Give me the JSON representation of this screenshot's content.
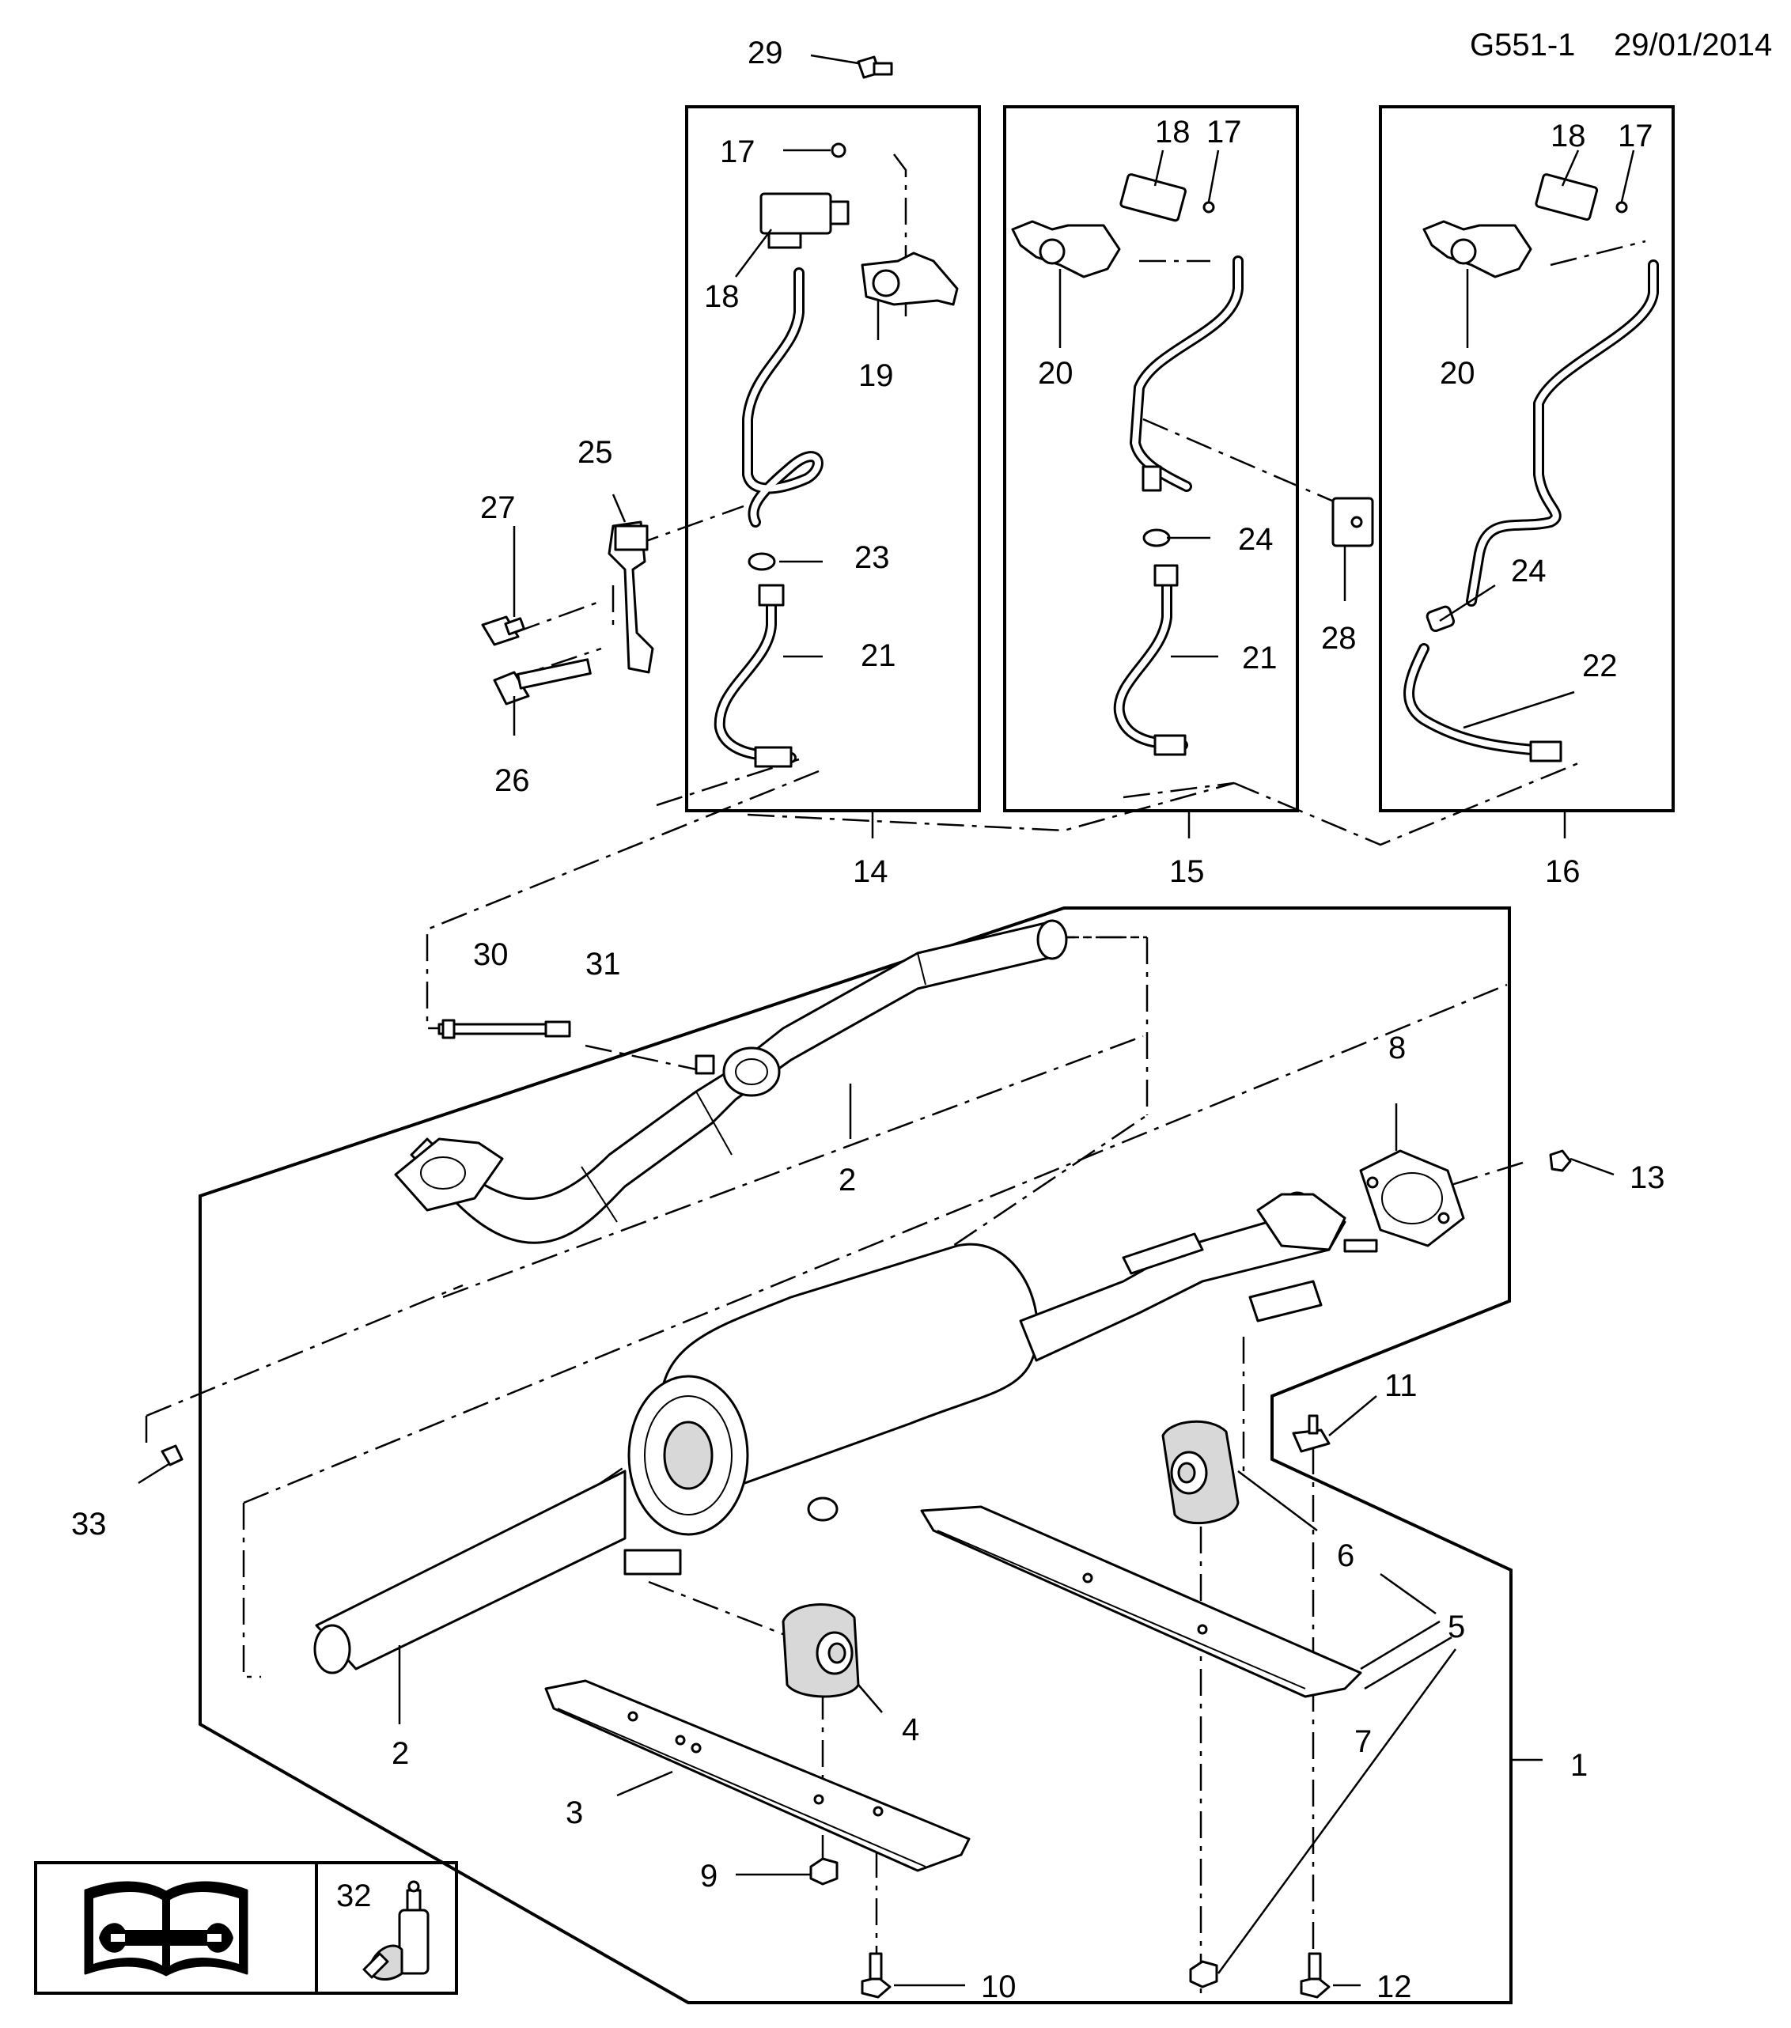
{
  "header": {
    "code": "G551-1",
    "date": "29/01/2014"
  },
  "callouts": [
    "1",
    "2",
    "2",
    "3",
    "4",
    "5",
    "6",
    "7",
    "8",
    "9",
    "10",
    "11",
    "12",
    "13",
    "14",
    "15",
    "16",
    "17",
    "17",
    "17",
    "18",
    "18",
    "18",
    "19",
    "20",
    "20",
    "21",
    "21",
    "22",
    "23",
    "24",
    "24",
    "25",
    "26",
    "27",
    "28",
    "29",
    "30",
    "31",
    "32",
    "33"
  ],
  "legend": {
    "kit_label": "32",
    "manual_icon": "manual-wrench-icon",
    "sealant_icon": "sealant-bottle-icon"
  }
}
